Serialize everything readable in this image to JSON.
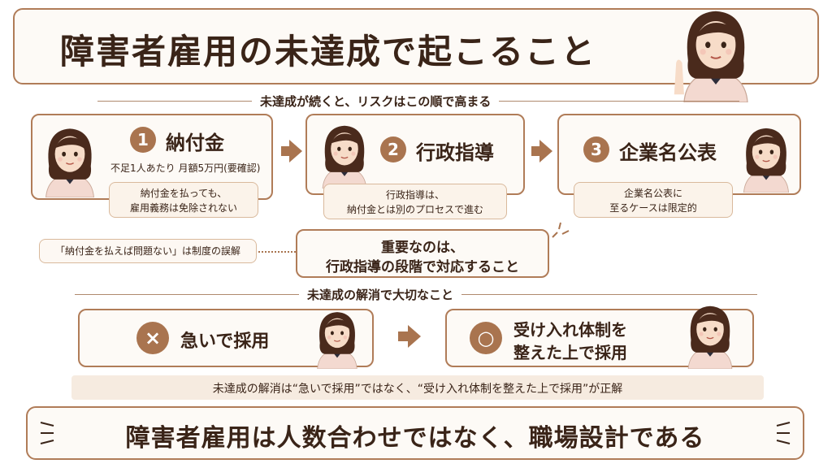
{
  "header": {
    "title": "障害者雇用の未達成で起こること"
  },
  "risk_section": {
    "label": "未達成が続くと、リスクはこの順で高まる"
  },
  "steps": [
    {
      "number": "1",
      "title": "納付金",
      "detail": "不足1人あたり 月額5万円(要確認)",
      "note_line1": "納付金を払っても、",
      "note_line2": "雇用義務は免除されない"
    },
    {
      "number": "2",
      "title": "行政指導",
      "note_line1": "行政指導は、",
      "note_line2": "納付金とは別のプロセスで進む"
    },
    {
      "number": "3",
      "title": "企業名公表",
      "note_line1": "企業名公表に",
      "note_line2": "至るケースは限定的"
    }
  ],
  "misconception": "「納付金を払えば問題ない」は制度の誤解",
  "important": {
    "line1": "重要なのは、",
    "line2": "行政指導の段階で対応すること"
  },
  "resolve_section": {
    "label": "未達成の解消で大切なこと"
  },
  "wrong": {
    "mark": "×",
    "text": "急いで採用"
  },
  "right": {
    "mark": "○",
    "line1": "受け入れ体制を",
    "line2": "整えた上で採用"
  },
  "summary": "未達成の解消は“急いで採用”ではなく、“受け入れ体制を整えた上で採用”が正解",
  "footer": {
    "title": "障害者雇用は人数合わせではなく、職場設計である"
  },
  "colors": {
    "accent": "#a9744f",
    "border": "#b07c58",
    "text": "#3a2418",
    "panel": "#fbf3ea"
  }
}
